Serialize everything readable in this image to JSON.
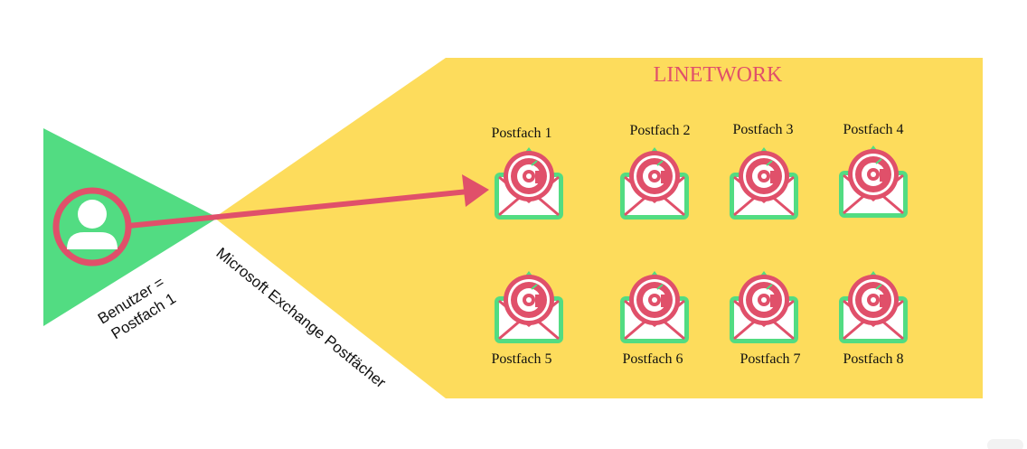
{
  "diagram": {
    "brand": "LINETWORK",
    "user_label_line1": "Benutzer =",
    "user_label_line2": "Postfach 1",
    "exchange_label": "Microsoft Exchange Postfächer",
    "mailboxes": [
      {
        "label": "Postfach 1"
      },
      {
        "label": "Postfach 2"
      },
      {
        "label": "Postfach 3"
      },
      {
        "label": "Postfach 4"
      },
      {
        "label": "Postfach 5"
      },
      {
        "label": "Postfach 6"
      },
      {
        "label": "Postfach 7"
      },
      {
        "label": "Postfach 8"
      }
    ],
    "icons": {
      "user": "user-icon",
      "mailbox": "email-envelope-icon",
      "arrow": "arrow-icon"
    },
    "colors": {
      "yellow": "#fddc5c",
      "green": "#52dc82",
      "pink": "#e0506a",
      "white": "#ffffff"
    }
  }
}
